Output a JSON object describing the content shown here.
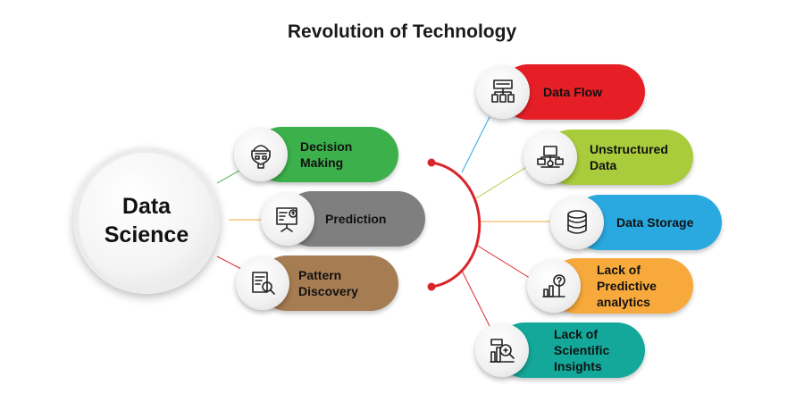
{
  "title": "Revolution of Technology",
  "hub": {
    "line1": "Data",
    "line2": "Science"
  },
  "left_items": [
    {
      "line1": "Decision",
      "line2": "Making",
      "color": "#3cb04a",
      "icon": "robot-head-icon"
    },
    {
      "line1": "Prediction",
      "line2": "",
      "color": "#7f7f7f",
      "icon": "presentation-board-icon"
    },
    {
      "line1": "Pattern",
      "line2": "Discovery",
      "color": "#a67c52",
      "icon": "document-search-icon"
    }
  ],
  "right_items": [
    {
      "line1": "Data Flow",
      "line2": "",
      "line3": "",
      "color": "#e61f26",
      "icon": "flowchart-icon"
    },
    {
      "line1": "Unstructured",
      "line2": "Data",
      "line3": "",
      "color": "#a9cc3c",
      "icon": "network-computer-icon"
    },
    {
      "line1": "Data Storage",
      "line2": "",
      "line3": "",
      "color": "#2aa9e0",
      "icon": "database-icon"
    },
    {
      "line1": "Lack of",
      "line2": "Predictive",
      "line3": "analytics",
      "color": "#f7a93b",
      "icon": "analytics-question-icon"
    },
    {
      "line1": "Lack of",
      "line2": "Scientific",
      "line3": "Insights",
      "color": "#14a89a",
      "icon": "chart-magnifier-icon"
    }
  ],
  "arc_color": "#d9262b"
}
